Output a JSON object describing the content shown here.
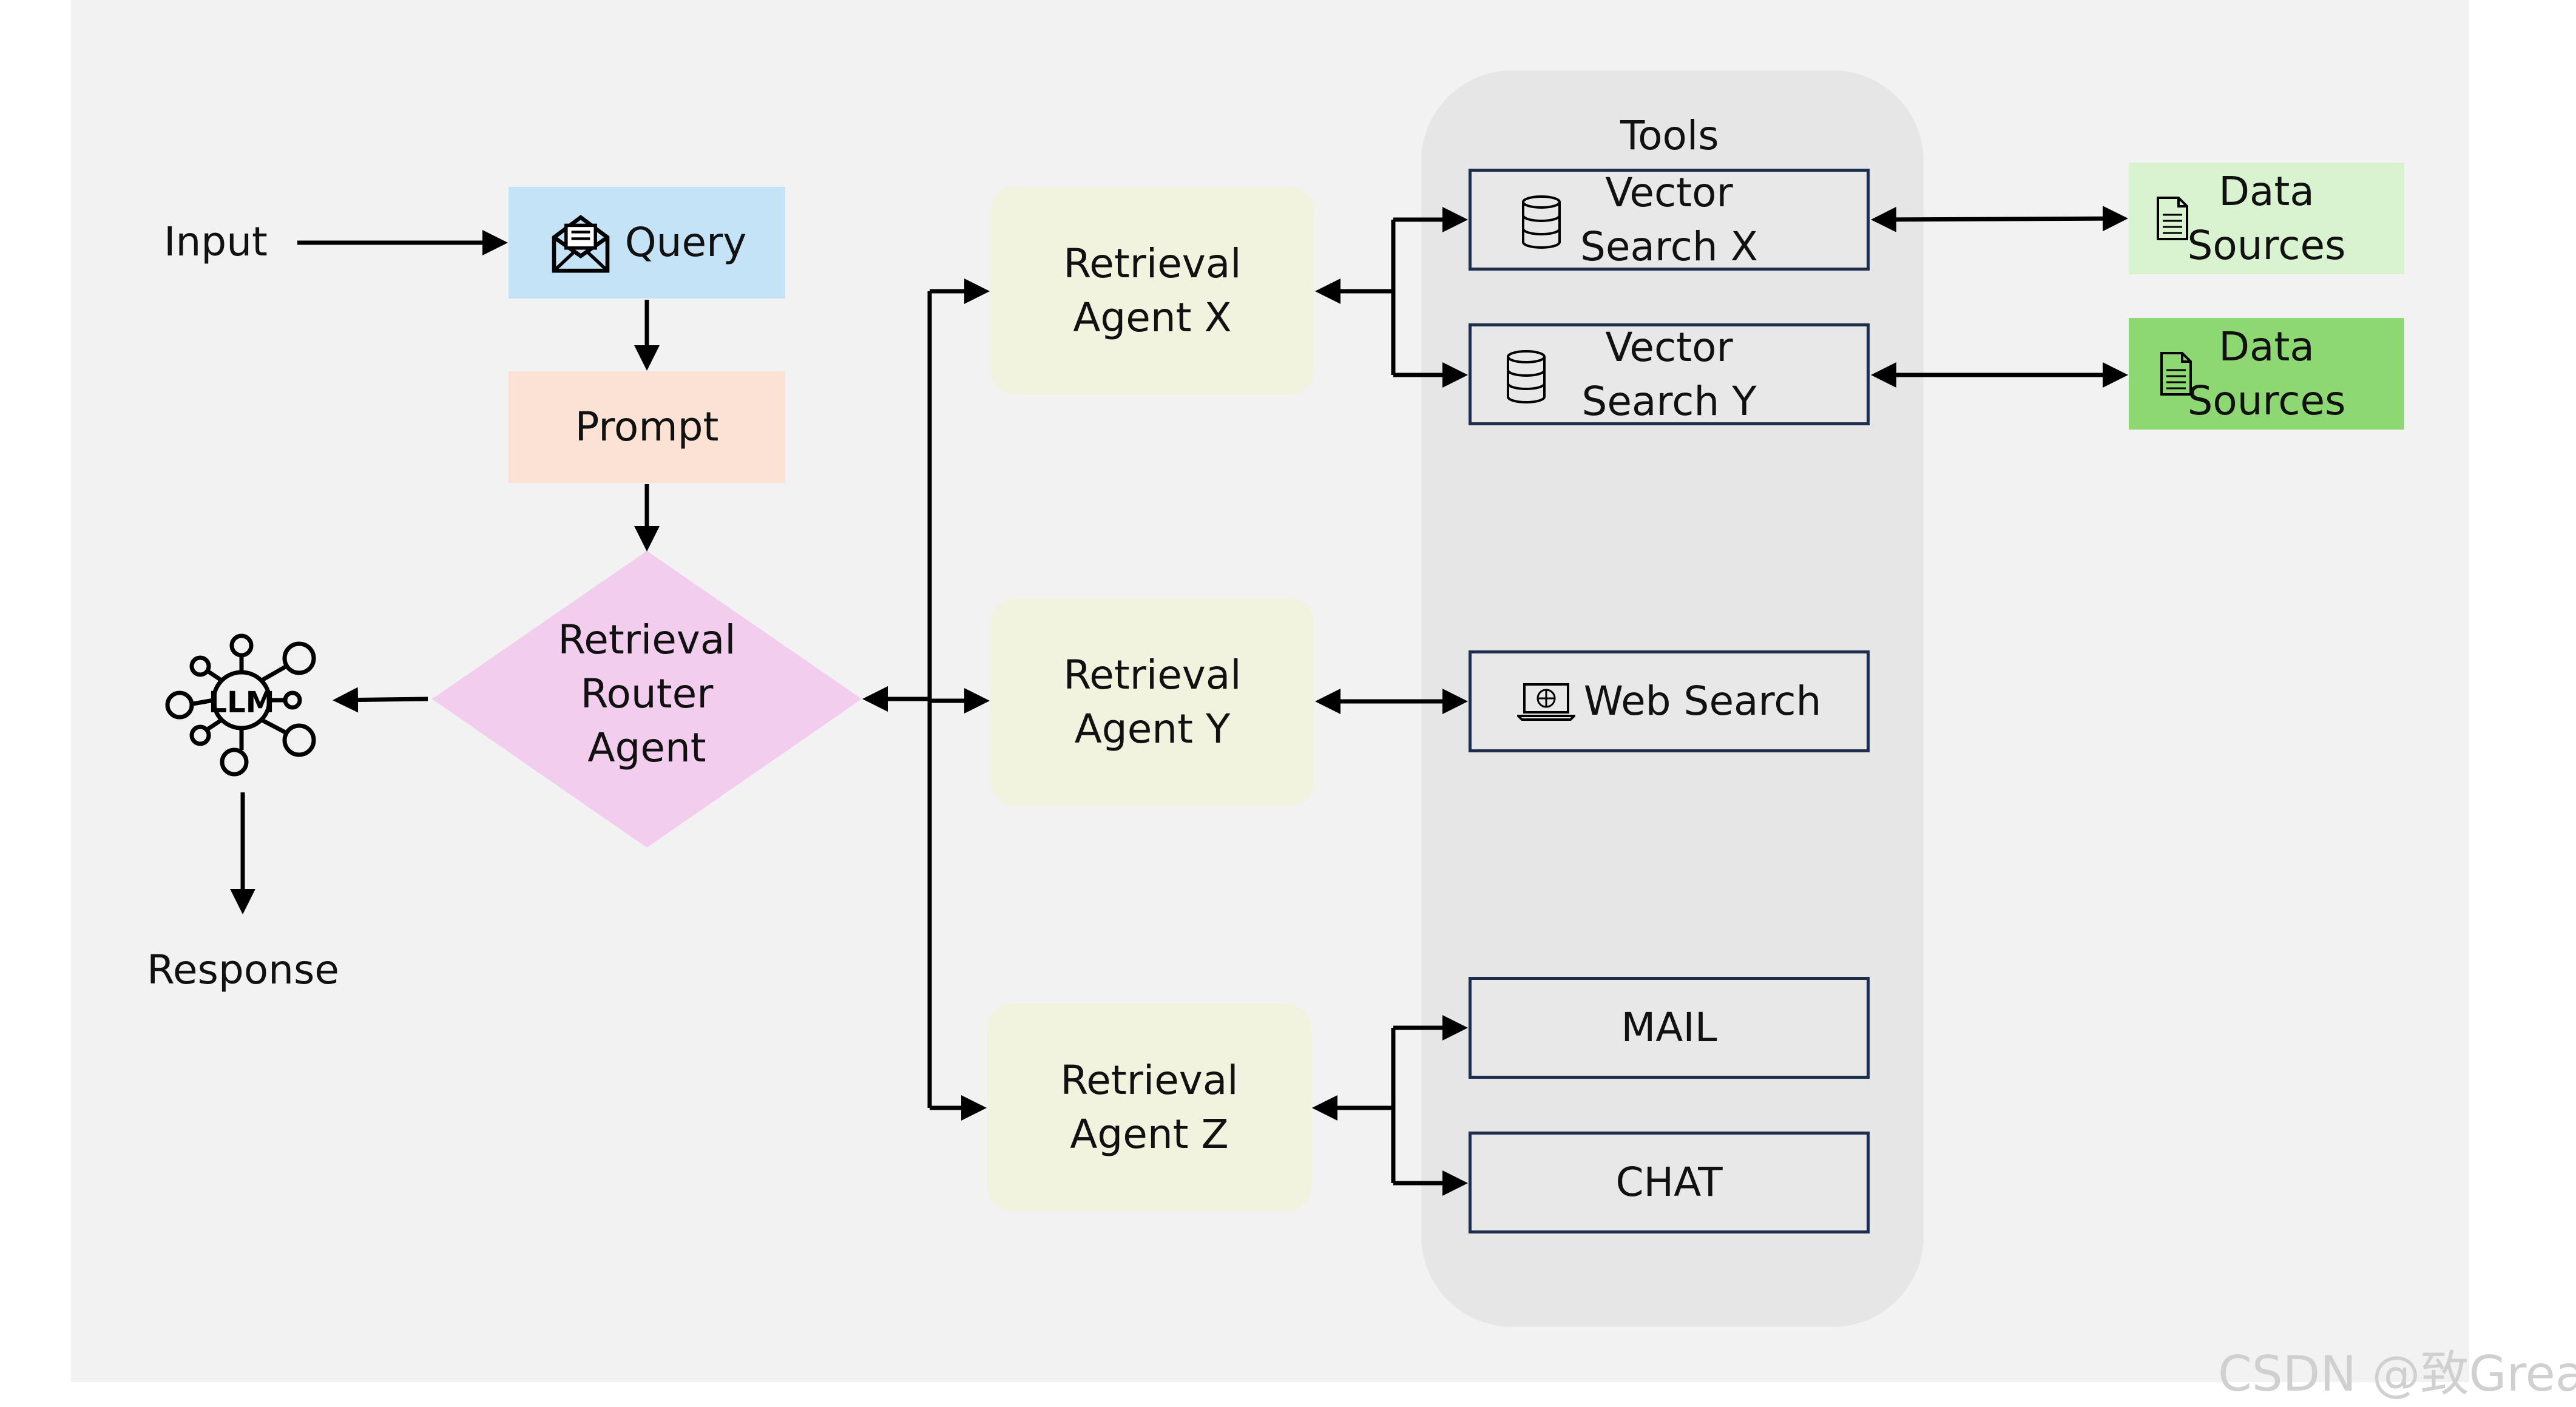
{
  "input_label": "Input",
  "query_label": "Query",
  "prompt_label": "Prompt",
  "router": {
    "line1": "Retrieval",
    "line2": "Router",
    "line3": "Agent"
  },
  "llm_label": "LLM",
  "response_label": "Response",
  "agents": {
    "x": {
      "line1": "Retrieval",
      "line2": "Agent X"
    },
    "y": {
      "line1": "Retrieval",
      "line2": "Agent Y"
    },
    "z": {
      "line1": "Retrieval",
      "line2": "Agent Z"
    }
  },
  "tools": {
    "title": "Tools",
    "vector_x": {
      "line1": "Vector",
      "line2": "Search X"
    },
    "vector_y": {
      "line1": "Vector",
      "line2": "Search Y"
    },
    "web": "Web Search",
    "mail": "MAIL",
    "chat": "CHAT"
  },
  "data_sources": {
    "first": {
      "line1": "Data",
      "line2": "Sources"
    },
    "second": {
      "line1": "Data",
      "line2": "Sources"
    }
  },
  "watermark": "CSDN @致Great",
  "colors": {
    "query_fill": "#c5e3f6",
    "prompt_fill": "#fbe2d5",
    "router_fill": "#f2cdee",
    "agent_fill": "#f1f3df",
    "tools_bg": "#e6e6e6",
    "tool_border": "#1f2d4d",
    "data_sources_light": "#d9f2d0",
    "data_sources_dark": "#8ed873"
  },
  "icons": [
    "mail-envelope-icon",
    "llm-network-icon",
    "database-icon",
    "laptop-globe-icon",
    "document-icon"
  ]
}
